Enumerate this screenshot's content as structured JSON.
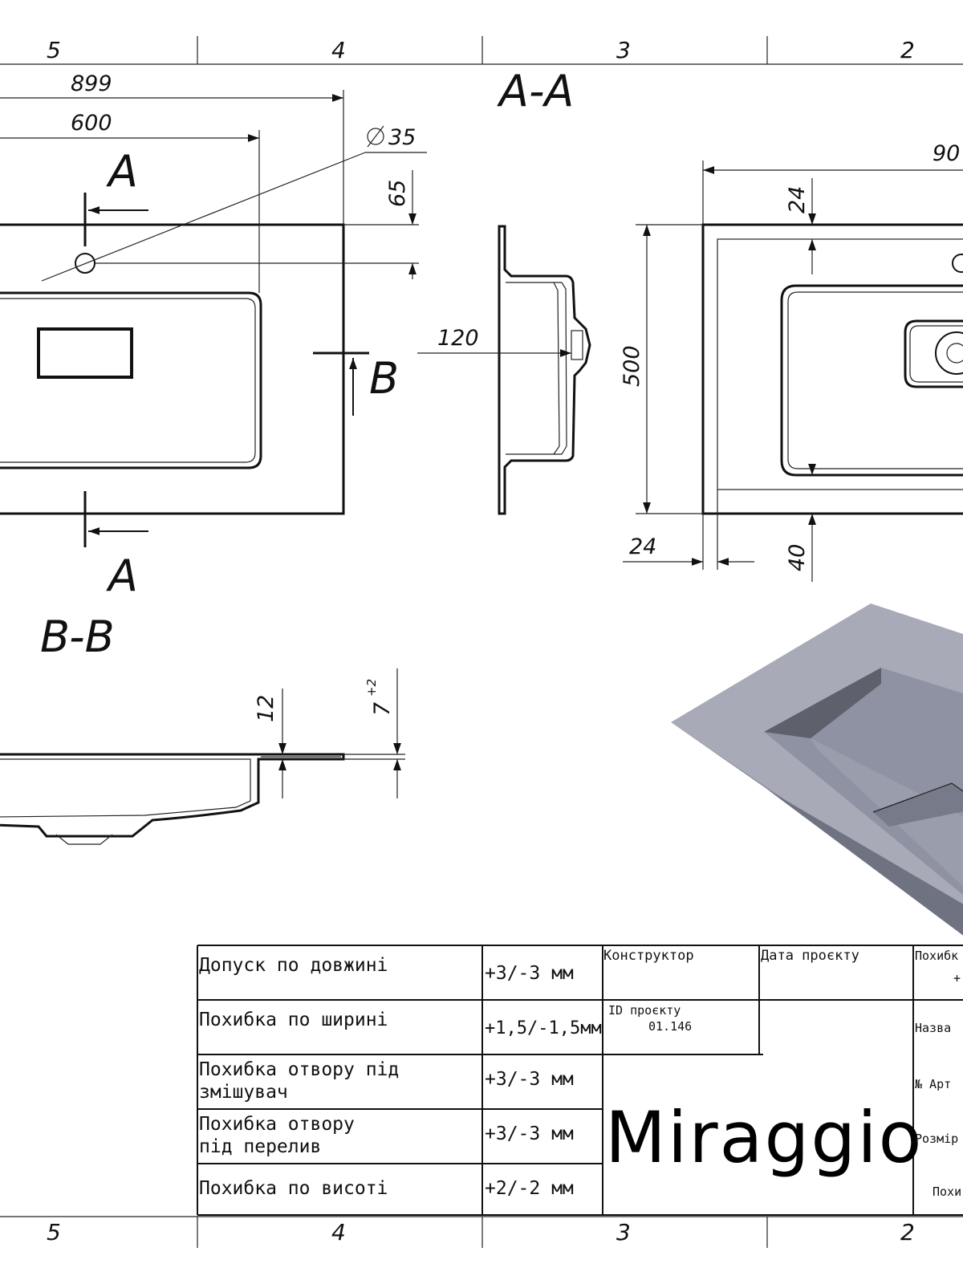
{
  "zones": {
    "top": [
      "5",
      "4",
      "3",
      "2"
    ],
    "bottom": [
      "5",
      "4",
      "3",
      "2"
    ]
  },
  "sections": {
    "aa": "A-A",
    "bb": "B-B",
    "a": "A",
    "b": "B"
  },
  "dimensions": {
    "d899": "899",
    "d600": "600",
    "d35": "35",
    "d65": "65",
    "d120": "120",
    "d500": "500",
    "d90": "90",
    "d24top": "24",
    "d24bottom": "24",
    "d40": "40",
    "d12": "12",
    "d7": "7",
    "d7_tol": "+2"
  },
  "tolerances": [
    {
      "label": [
        "Допуск по довжині"
      ],
      "value": "+3/-3 мм"
    },
    {
      "label": [
        "Похибка по ширині"
      ],
      "value": "+1,5/-1,5мм"
    },
    {
      "label": [
        "Похибка отвору під",
        "змішувач"
      ],
      "value": "+3/-3 мм"
    },
    {
      "label": [
        "Похибка отвору",
        "під перелив"
      ],
      "value": "+3/-3 мм"
    },
    {
      "label": [
        "Похибка по висоті"
      ],
      "value": "+2/-2 мм"
    }
  ],
  "title_block": {
    "designer_label": "Конструктор",
    "date_label": "Дата проєкту",
    "project_id_label": "ID проєкту",
    "project_id_value": "01.146",
    "brand": "Miraggio",
    "right_labels": [
      "Похибк",
      "+",
      "Назва",
      "№ Арт",
      "Розмір",
      "Похи"
    ]
  },
  "colors": {
    "line": "#111111",
    "render_top": "#a8aab8",
    "render_side": "#8f92a2",
    "render_shadow": "#5e606c"
  }
}
